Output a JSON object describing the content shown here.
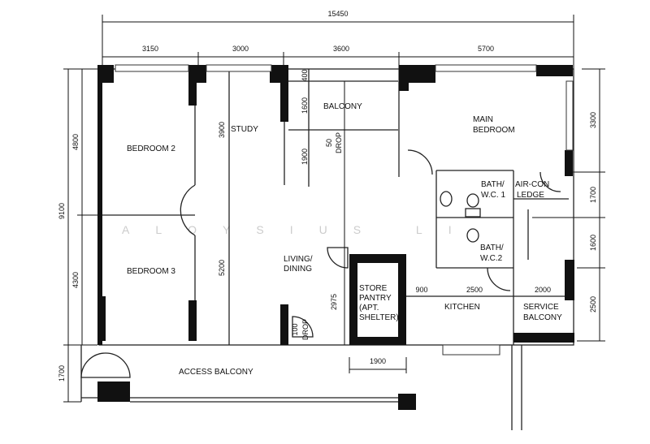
{
  "plan": {
    "overall_width": "15450",
    "top_dims": [
      "3150",
      "3000",
      "3600",
      "5700"
    ],
    "left_dims": [
      "4800",
      "9100",
      "4300",
      "1700"
    ],
    "right_dims": [
      "3300",
      "1700",
      "1600",
      "2500"
    ],
    "interior_dims": {
      "study_upper": "3900",
      "study_lower": "5200",
      "balcony_top": "400",
      "balcony_depth": "1600",
      "below_balcony": "1900",
      "store_height": "2975",
      "store_width": "1900",
      "kitchen_a": "900",
      "kitchen_b": "2500",
      "service_balcony": "2000"
    },
    "drops": [
      {
        "value": "50",
        "label": "DROP"
      },
      {
        "value": "100",
        "label": "DROP"
      }
    ],
    "rooms": {
      "bedroom2": "BEDROOM 2",
      "bedroom3": "BEDROOM 3",
      "study": "STUDY",
      "balcony": "BALCONY",
      "main_bedroom": [
        "MAIN",
        "BEDROOM"
      ],
      "bath1": [
        "BATH/",
        "W.C. 1"
      ],
      "aircon": [
        "AIR-CON",
        "LEDGE"
      ],
      "bath2": [
        "BATH/",
        "W.C.2"
      ],
      "living": [
        "LIVING/",
        "DINING"
      ],
      "store": [
        "STORE",
        "PANTRY",
        "(APT.",
        "SHELTER)"
      ],
      "kitchen": "KITCHEN",
      "service_balcony": [
        "SERVICE",
        "BALCONY"
      ],
      "access_balcony": "ACCESS BALCONY"
    },
    "watermark": "ALOYSIUS LI"
  }
}
